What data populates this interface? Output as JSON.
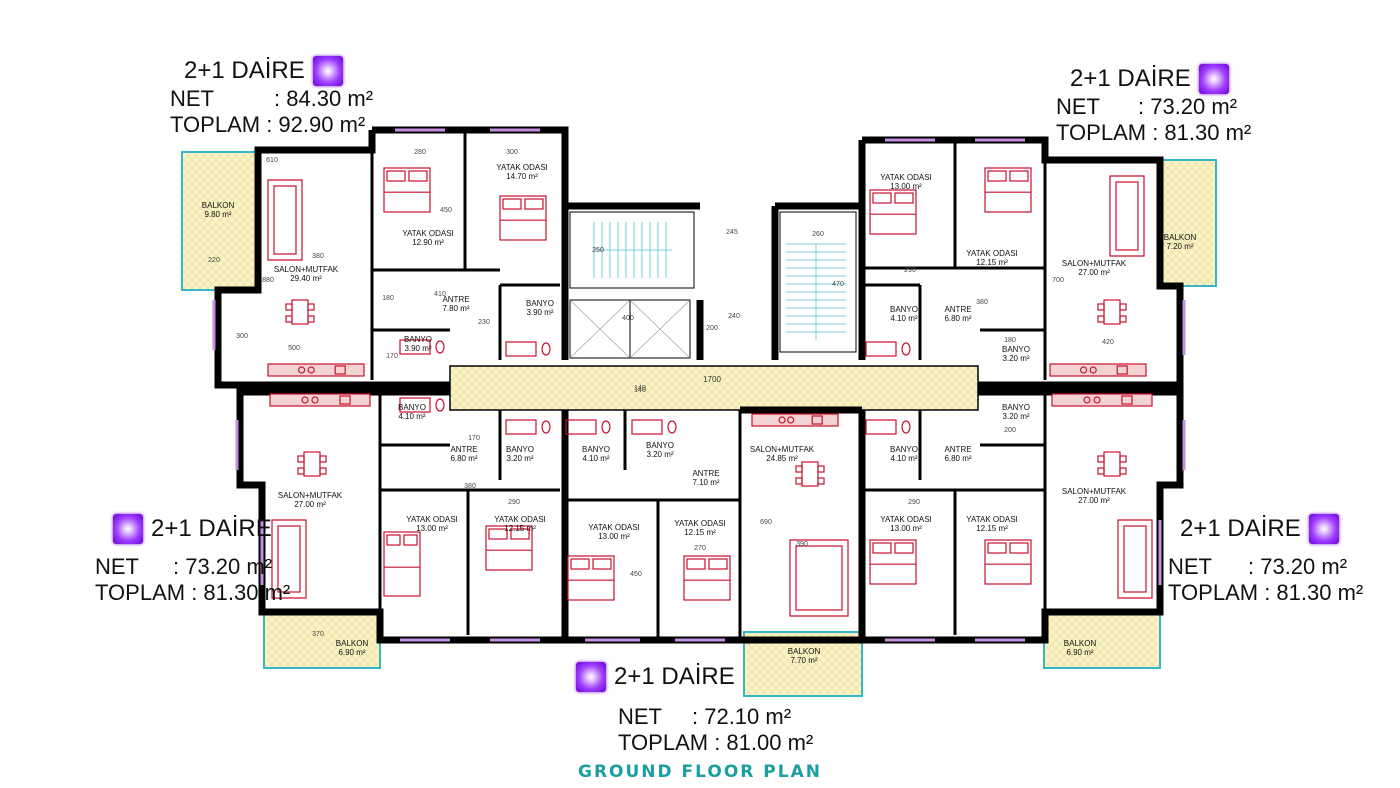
{
  "units": [
    {
      "title": "2+1 DAİRE",
      "net_label": "NET",
      "net_value": ": 84.30 m²",
      "total_label": "TOPLAM",
      "total_value": ": 92.90 m²"
    },
    {
      "title": "2+1 DAİRE",
      "net_label": "NET",
      "net_value": ": 73.20 m²",
      "total_label": "TOPLAM",
      "total_value": ": 81.30 m²"
    },
    {
      "title": "2+1 DAİRE",
      "net_label": "NET",
      "net_value": ": 73.20 m²",
      "total_label": "TOPLAM",
      "total_value": ": 81.30 m²"
    },
    {
      "title": "2+1 DAİRE",
      "net_label": "NET",
      "net_value": ": 73.20 m²",
      "total_label": "TOPLAM",
      "total_value": ": 81.30 m²"
    },
    {
      "title": "2+1 DAİRE",
      "net_label": "NET",
      "net_value": ": 72.10 m²",
      "total_label": "TOPLAM",
      "total_value": ": 81.00 m²"
    }
  ],
  "plan_title": "GROUND FLOOR PLAN",
  "corridor_dim": "1700",
  "corridor_width": "140",
  "rooms": [
    {
      "name": "BALKON",
      "area": "9.80 m²"
    },
    {
      "name": "SALON+MUTFAK",
      "area": "29.40 m²"
    },
    {
      "name": "YATAK ODASI",
      "area": "12.90 m²"
    },
    {
      "name": "YATAK ODASI",
      "area": "14.70 m²"
    },
    {
      "name": "ANTRE",
      "area": "7.80 m²"
    },
    {
      "name": "BANYO",
      "area": "3.90 m²"
    },
    {
      "name": "BANYO",
      "area": "3.90 m²"
    },
    {
      "name": "YATAK ODASI",
      "area": "13.00 m²"
    },
    {
      "name": "YATAK ODASI",
      "area": "12.15 m²"
    },
    {
      "name": "SALON+MUTFAK",
      "area": "27.00 m²"
    },
    {
      "name": "BALKON",
      "area": "7.20 m²"
    },
    {
      "name": "BANYO",
      "area": "4.10 m²"
    },
    {
      "name": "ANTRE",
      "area": "6.80 m²"
    },
    {
      "name": "BANYO",
      "area": "3.20 m²"
    },
    {
      "name": "BANYO",
      "area": "3.20 m²"
    },
    {
      "name": "ANTRE",
      "area": "6.80 m²"
    },
    {
      "name": "BANYO",
      "area": "4.10 m²"
    },
    {
      "name": "SALON+MUTFAK",
      "area": "27.00 m²"
    },
    {
      "name": "YATAK ODASI",
      "area": "12.15 m²"
    },
    {
      "name": "YATAK ODASI",
      "area": "13.00 m²"
    },
    {
      "name": "BALKON",
      "area": "6.90 m²"
    },
    {
      "name": "BANYO",
      "area": "4.10 m²"
    },
    {
      "name": "BANYO",
      "area": "3.20 m²"
    },
    {
      "name": "ANTRE",
      "area": "7.10 m²"
    },
    {
      "name": "YATAK ODASI",
      "area": "13.00 m²"
    },
    {
      "name": "YATAK ODASI",
      "area": "12.15 m²"
    },
    {
      "name": "SALON+MUTFAK",
      "area": "24.85 m²"
    },
    {
      "name": "BALKON",
      "area": "7.70 m²"
    },
    {
      "name": "BANYO",
      "area": "4.10 m²"
    },
    {
      "name": "ANTRE",
      "area": "6.80 m²"
    },
    {
      "name": "BANYO",
      "area": "3.20 m²"
    },
    {
      "name": "YATAK ODASI",
      "area": "13.00 m²"
    },
    {
      "name": "YATAK ODASI",
      "area": "12.15 m²"
    },
    {
      "name": "SALON+MUTFAK",
      "area": "27.00 m²"
    },
    {
      "name": "BALKON",
      "area": "6.90 m²"
    }
  ],
  "dims": [
    "610",
    "380",
    "220",
    "880",
    "300",
    "500",
    "280",
    "300",
    "450",
    "410",
    "180",
    "230",
    "170",
    "245",
    "250",
    "400",
    "240",
    "200",
    "260",
    "470",
    "290",
    "380",
    "180",
    "700",
    "420",
    "200",
    "140",
    "170",
    "290",
    "380",
    "290",
    "270",
    "450",
    "690",
    "390",
    "370"
  ],
  "colors": {
    "wall": "#000000",
    "furniture": "#c8102e",
    "balcony_fill": "#fbf3c8",
    "balcony_edge": "#35b6c8",
    "window": "#c48fe0",
    "stair": "#4ec6d8"
  }
}
